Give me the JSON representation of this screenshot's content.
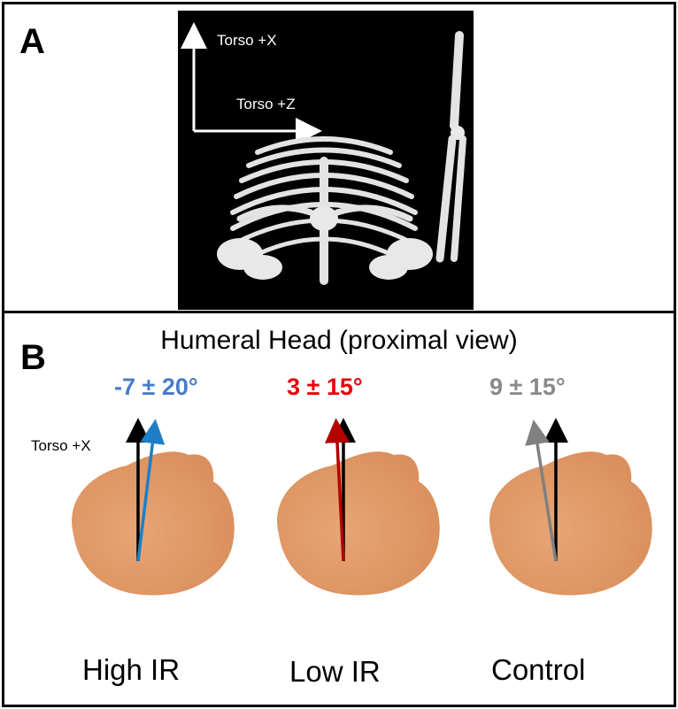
{
  "panel_a": {
    "letter": "A",
    "axis_x_label": "Torso +X",
    "axis_z_label": "Torso +Z"
  },
  "panel_b": {
    "letter": "B",
    "title": "Humeral Head (proximal view)",
    "reference_axis_label": "Torso +X",
    "groups": [
      {
        "label": "High IR",
        "angle_text": "-7 ± 20°",
        "angle_deg": -7,
        "color": "#4a7bc8",
        "arrow_color": "#1f7fc6"
      },
      {
        "label": "Low IR",
        "angle_text": "3 ± 15°",
        "angle_deg": 3,
        "color": "#e8000a",
        "arrow_color": "#b50000"
      },
      {
        "label": "Control",
        "angle_text": "9 ± 15°",
        "angle_deg": 9,
        "color": "#8a8a8a",
        "arrow_color": "#808080"
      }
    ]
  },
  "colors": {
    "bone": "#e6e6e6",
    "humeral_head": "#d98f5c",
    "reference_arrow": "#000000"
  }
}
